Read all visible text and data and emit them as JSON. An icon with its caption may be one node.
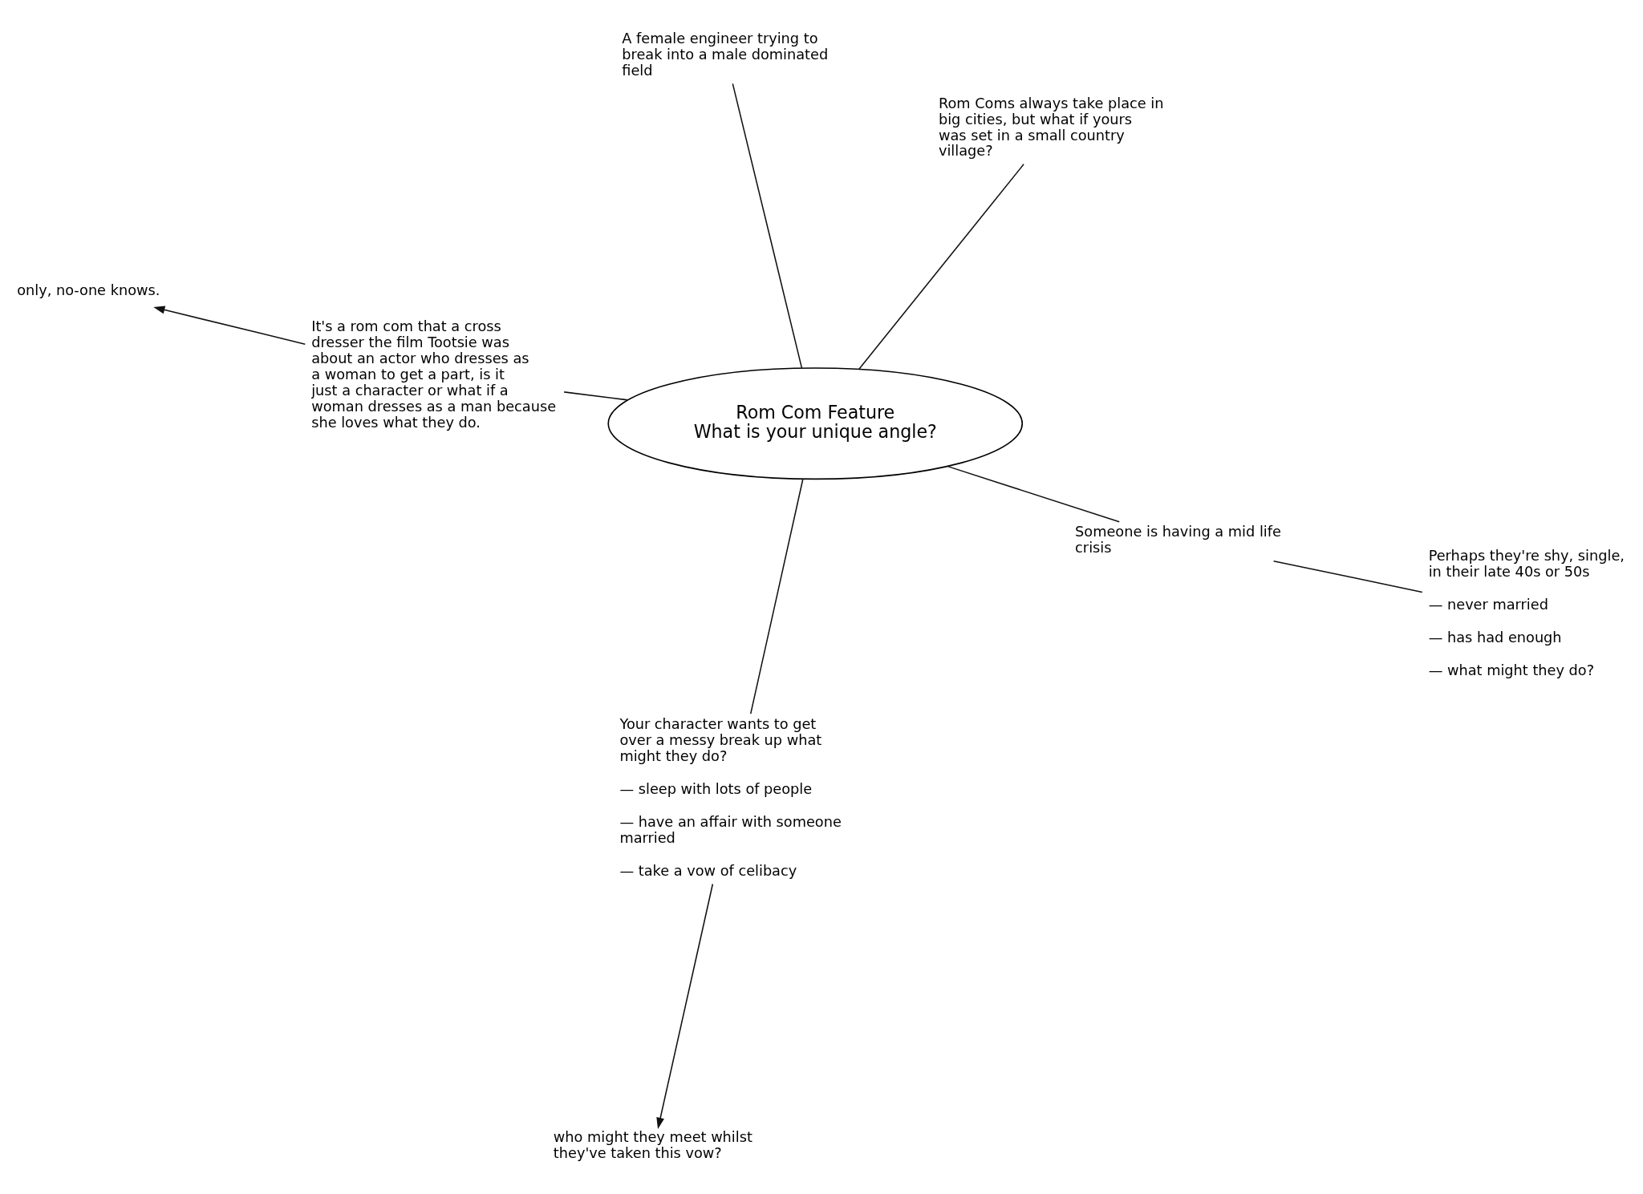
{
  "diagram": {
    "nodes": [
      {
        "text": [
          "Rom Com Feature",
          "What is your unique angle?"
        ]
      },
      {
        "text": [
          "Someone is having a mid life crisis"
        ]
      },
      {
        "text": [
          "Perhaps they're shy, single, in their late 40s or 50s",
          "— never married",
          "— has had enough",
          "— what might they do?"
        ]
      },
      {
        "text": [
          "A female engineer trying to break into a male dominated field"
        ]
      },
      {
        "text": [
          "Rom Coms always take place in big cities, but what if yours was set in a small country village?"
        ]
      },
      {
        "text": [
          "It's a rom com that a cross dresser the film Tootsie was about an actor who dresses as a woman to get a part, is it just a character or what if a woman dresses as a man because she loves what they do."
        ]
      },
      {
        "text": [
          "only, no-one knows."
        ]
      },
      {
        "text": [
          "Your character wants to get over a messy break up what might they do?",
          "— sleep with lots of people",
          "— have an affair with someone married",
          "— take a vow of celibacy"
        ]
      },
      {
        "text": [
          "who might they meet whilst they've taken this vow?"
        ]
      }
    ],
    "edges": [
      {
        "from": 0,
        "to": 1,
        "arrow": "none"
      },
      {
        "from": 1,
        "to": 2,
        "arrow": "none"
      },
      {
        "from": 0,
        "to": 3,
        "arrow": "none"
      },
      {
        "from": 0,
        "to": 4,
        "arrow": "none"
      },
      {
        "from": 0,
        "to": 5,
        "arrow": "none"
      },
      {
        "from": 5,
        "to": 6,
        "arrow": "to"
      },
      {
        "from": 0,
        "to": 7,
        "arrow": "none"
      },
      {
        "from": 7,
        "to": 8,
        "arrow": "to"
      }
    ]
  }
}
